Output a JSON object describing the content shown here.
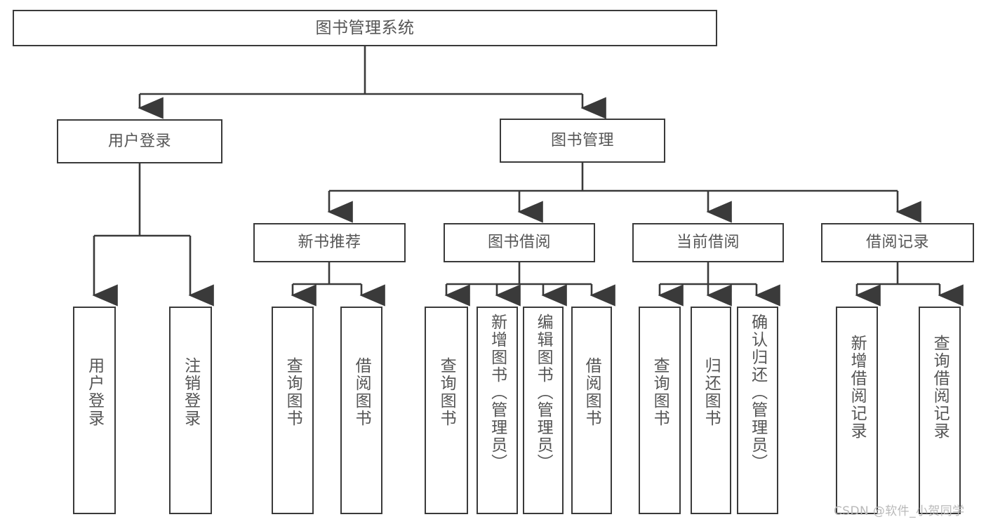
{
  "diagram": {
    "type": "tree-hierarchy",
    "title": "图书管理系统",
    "root": {
      "label": "图书管理系统"
    },
    "level2": [
      {
        "label": "用户登录"
      },
      {
        "label": "图书管理"
      }
    ],
    "level3": [
      {
        "label": "新书推荐"
      },
      {
        "label": "图书借阅"
      },
      {
        "label": "当前借阅"
      },
      {
        "label": "借阅记录"
      }
    ],
    "leaves": {
      "user_login": [
        {
          "label": "用户登录"
        },
        {
          "label": "注销登录"
        }
      ],
      "new_book_recommend": [
        {
          "label": "查询图书"
        },
        {
          "label": "借阅图书"
        }
      ],
      "book_borrow": [
        {
          "label": "查询图书"
        },
        {
          "label": "新增图书（管理员）"
        },
        {
          "label": "编辑图书（管理员）"
        },
        {
          "label": "借阅图书"
        }
      ],
      "current_borrow": [
        {
          "label": "查询图书"
        },
        {
          "label": "归还图书"
        },
        {
          "label": "确认归还（管理员）"
        }
      ],
      "borrow_record": [
        {
          "label": "新增借阅记录"
        },
        {
          "label": "查询借阅记录"
        }
      ]
    }
  },
  "watermark": {
    "text": "CSDN @软件_小贺同学"
  },
  "colors": {
    "stroke": "#3a3a3a",
    "text": "#555555",
    "background": "#ffffff",
    "watermark": "#b9b9b9"
  }
}
